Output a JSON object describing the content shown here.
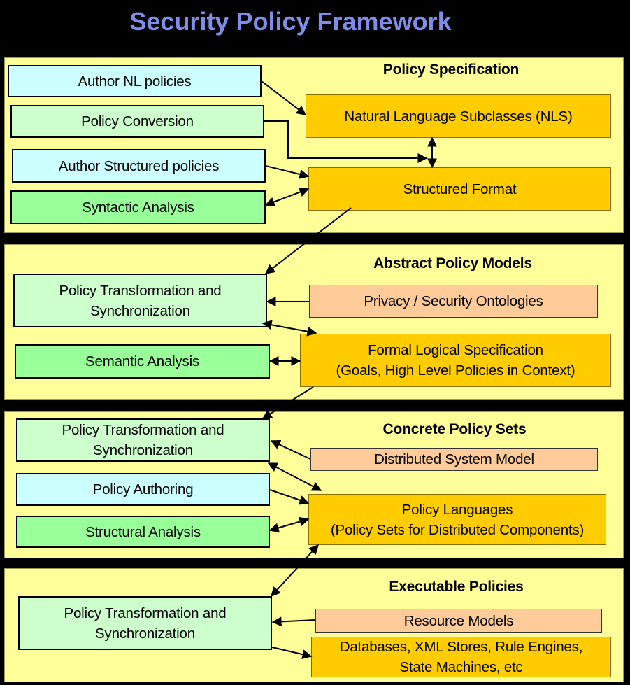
{
  "title": "Security Policy Framework",
  "colors": {
    "background": "#000000",
    "panel": "#ffff99",
    "title": "#7f8ce8",
    "cyan_box": "#ccffff",
    "light_green_box": "#ccffcc",
    "green_box": "#99ff99",
    "orange_box": "#ffcc00",
    "peach_box": "#ffcc99"
  },
  "layers": [
    {
      "heading": "Policy Specification",
      "left_boxes": [
        "Author NL policies",
        "Policy Conversion",
        "Author Structured policies",
        "Syntactic Analysis"
      ],
      "right_boxes": [
        "Natural Language Subclasses (NLS)",
        "Structured Format"
      ]
    },
    {
      "heading": "Abstract Policy Models",
      "left_boxes": [
        "Policy Transformation and\nSynchronization",
        "Semantic Analysis"
      ],
      "right_boxes": [
        "Privacy / Security Ontologies",
        "Formal Logical Specification\n(Goals, High Level Policies in Context)"
      ]
    },
    {
      "heading": "Concrete Policy Sets",
      "left_boxes": [
        "Policy Transformation and\nSynchronization",
        "Policy Authoring",
        "Structural Analysis"
      ],
      "right_boxes": [
        "Distributed System Model",
        "Policy Languages\n(Policy Sets for Distributed Components)"
      ]
    },
    {
      "heading": "Executable Policies",
      "left_boxes": [
        "Policy Transformation and\nSynchronization"
      ],
      "right_boxes": [
        "Resource Models",
        "Databases, XML Stores, Rule Engines,\nState Machines, etc"
      ]
    }
  ]
}
